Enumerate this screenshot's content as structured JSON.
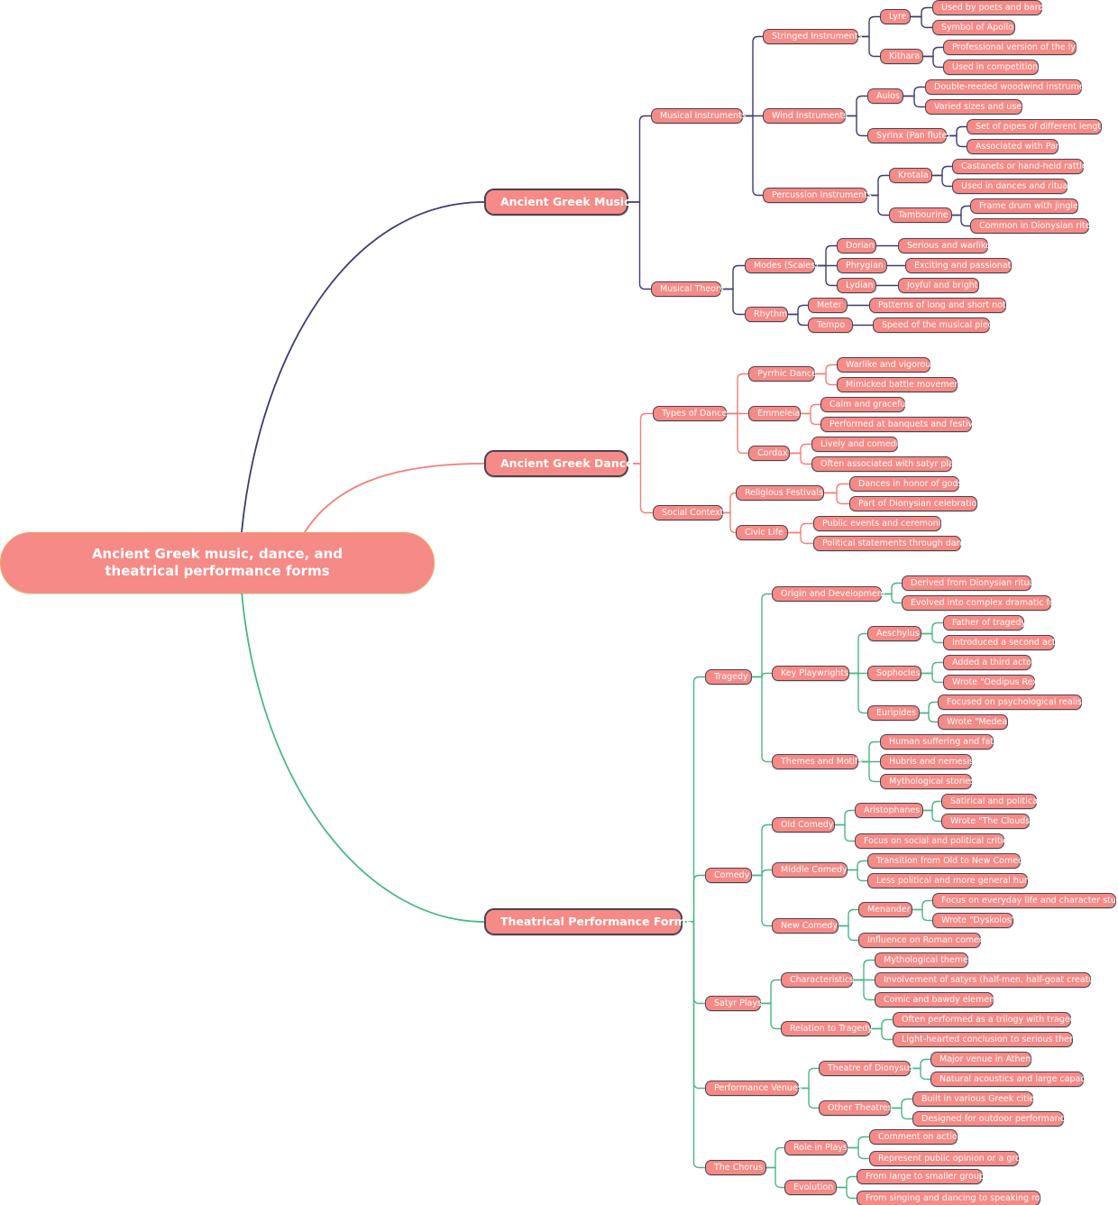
{
  "colors": {
    "node_fill": "#f68a86",
    "node_border": "#4a4353",
    "root_border": "#f0a060",
    "branch_music": "#3c3d75",
    "branch_dance": "#f37f78",
    "branch_theatre": "#4cb782",
    "text": "#ffffff"
  },
  "mindmap": {
    "id": "root",
    "text": "Ancient Greek music, dance, and theatrical performance forms",
    "children": [
      {
        "id": "music",
        "text": "Ancient Greek Music",
        "color": "#3c3d75",
        "children": [
          {
            "id": "instruments",
            "text": "Musical Instruments",
            "children": [
              {
                "id": "stringed",
                "text": "Stringed Instruments",
                "children": [
                  {
                    "id": "lyre",
                    "text": "Lyre",
                    "children": [
                      {
                        "id": "lyre1",
                        "text": "Used by poets and bards"
                      },
                      {
                        "id": "lyre2",
                        "text": "Symbol of Apollo"
                      }
                    ]
                  },
                  {
                    "id": "kithara",
                    "text": "Kithara",
                    "children": [
                      {
                        "id": "kith1",
                        "text": "Professional version of the lyre"
                      },
                      {
                        "id": "kith2",
                        "text": "Used in competitions"
                      }
                    ]
                  }
                ]
              },
              {
                "id": "wind",
                "text": "Wind Instruments",
                "children": [
                  {
                    "id": "aulos",
                    "text": "Aulos",
                    "children": [
                      {
                        "id": "aulos1",
                        "text": "Double-reeded woodwind instrument"
                      },
                      {
                        "id": "aulos2",
                        "text": "Varied sizes and uses"
                      }
                    ]
                  },
                  {
                    "id": "syrinx",
                    "text": "Syrinx (Pan flute)",
                    "children": [
                      {
                        "id": "syr1",
                        "text": "Set of pipes of different lengths"
                      },
                      {
                        "id": "syr2",
                        "text": "Associated with Pan"
                      }
                    ]
                  }
                ]
              },
              {
                "id": "percussion",
                "text": "Percussion Instruments",
                "children": [
                  {
                    "id": "krotala",
                    "text": "Krotala",
                    "children": [
                      {
                        "id": "krot1",
                        "text": "Castanets or hand-held rattles"
                      },
                      {
                        "id": "krot2",
                        "text": "Used in dances and rituals"
                      }
                    ]
                  },
                  {
                    "id": "tambourine",
                    "text": "Tambourine",
                    "children": [
                      {
                        "id": "tamb1",
                        "text": "Frame drum with jingles"
                      },
                      {
                        "id": "tamb2",
                        "text": "Common in Dionysian rites"
                      }
                    ]
                  }
                ]
              }
            ]
          },
          {
            "id": "theory",
            "text": "Musical Theory",
            "children": [
              {
                "id": "modes",
                "text": "Modes (Scales)",
                "children": [
                  {
                    "id": "dorian",
                    "text": "Dorian",
                    "children": [
                      {
                        "id": "dor1",
                        "text": "Serious and warlike"
                      }
                    ]
                  },
                  {
                    "id": "phrygian",
                    "text": "Phrygian",
                    "children": [
                      {
                        "id": "phr1",
                        "text": "Exciting and passionate"
                      }
                    ]
                  },
                  {
                    "id": "lydian",
                    "text": "Lydian",
                    "children": [
                      {
                        "id": "lyd1",
                        "text": "Joyful and bright"
                      }
                    ]
                  }
                ]
              },
              {
                "id": "rhythm",
                "text": "Rhythm",
                "children": [
                  {
                    "id": "meter",
                    "text": "Meter",
                    "children": [
                      {
                        "id": "met1",
                        "text": "Patterns of long and short notes"
                      }
                    ]
                  },
                  {
                    "id": "tempo",
                    "text": "Tempo",
                    "children": [
                      {
                        "id": "tem1",
                        "text": "Speed of the musical piece"
                      }
                    ]
                  }
                ]
              }
            ]
          }
        ]
      },
      {
        "id": "dance",
        "text": "Ancient Greek Dance",
        "color": "#f37f78",
        "children": [
          {
            "id": "types",
            "text": "Types of Dance",
            "children": [
              {
                "id": "pyrrhic",
                "text": "Pyrrhic Dance",
                "children": [
                  {
                    "id": "pyr1",
                    "text": "Warlike and vigorous"
                  },
                  {
                    "id": "pyr2",
                    "text": "Mimicked battle movements"
                  }
                ]
              },
              {
                "id": "emmeleia",
                "text": "Emmeleia",
                "children": [
                  {
                    "id": "emm1",
                    "text": "Calm and graceful"
                  },
                  {
                    "id": "emm2",
                    "text": "Performed at banquets and festivals"
                  }
                ]
              },
              {
                "id": "cordax",
                "text": "Cordax",
                "children": [
                  {
                    "id": "cor1",
                    "text": "Lively and comedic"
                  },
                  {
                    "id": "cor2",
                    "text": "Often associated with satyr plays"
                  }
                ]
              }
            ]
          },
          {
            "id": "social",
            "text": "Social Context",
            "children": [
              {
                "id": "religious",
                "text": "Religious Festivals",
                "children": [
                  {
                    "id": "rel1",
                    "text": "Dances in honor of gods"
                  },
                  {
                    "id": "rel2",
                    "text": "Part of Dionysian celebrations"
                  }
                ]
              },
              {
                "id": "civic",
                "text": "Civic Life",
                "children": [
                  {
                    "id": "civ1",
                    "text": "Public events and ceremonies"
                  },
                  {
                    "id": "civ2",
                    "text": "Political statements through dance"
                  }
                ]
              }
            ]
          }
        ]
      },
      {
        "id": "theatre",
        "text": "Theatrical Performance Forms",
        "color": "#4cb782",
        "children": [
          {
            "id": "tragedy",
            "text": "Tragedy",
            "children": [
              {
                "id": "origin",
                "text": "Origin and Development",
                "children": [
                  {
                    "id": "ori1",
                    "text": "Derived from Dionysian rituals"
                  },
                  {
                    "id": "ori2",
                    "text": "Evolved into complex dramatic form"
                  }
                ]
              },
              {
                "id": "playwrights",
                "text": "Key Playwrights",
                "children": [
                  {
                    "id": "aeschylus",
                    "text": "Aeschylus",
                    "children": [
                      {
                        "id": "aes1",
                        "text": "Father of tragedy"
                      },
                      {
                        "id": "aes2",
                        "text": "Introduced a second actor"
                      }
                    ]
                  },
                  {
                    "id": "sophocles",
                    "text": "Sophocles",
                    "children": [
                      {
                        "id": "sop1",
                        "text": "Added a third actor"
                      },
                      {
                        "id": "sop2",
                        "text": "Wrote \"Oedipus Rex\""
                      }
                    ]
                  },
                  {
                    "id": "euripides",
                    "text": "Euripides",
                    "children": [
                      {
                        "id": "eur1",
                        "text": "Focused on psychological realism"
                      },
                      {
                        "id": "eur2",
                        "text": "Wrote \"Medea\""
                      }
                    ]
                  }
                ]
              },
              {
                "id": "themes",
                "text": "Themes and Motifs",
                "children": [
                  {
                    "id": "the1",
                    "text": "Human suffering and fate"
                  },
                  {
                    "id": "the2",
                    "text": "Hubris and nemesis"
                  },
                  {
                    "id": "the3",
                    "text": "Mythological stories"
                  }
                ]
              }
            ]
          },
          {
            "id": "comedy",
            "text": "Comedy",
            "children": [
              {
                "id": "oldcomedy",
                "text": "Old Comedy",
                "children": [
                  {
                    "id": "aristophanes",
                    "text": "Aristophanes",
                    "children": [
                      {
                        "id": "ari1",
                        "text": "Satirical and political"
                      },
                      {
                        "id": "ari2",
                        "text": "Wrote \"The Clouds\""
                      }
                    ]
                  },
                  {
                    "id": "old1",
                    "text": "Focus on social and political critique"
                  }
                ]
              },
              {
                "id": "middlecomedy",
                "text": "Middle Comedy",
                "children": [
                  {
                    "id": "mid1",
                    "text": "Transition from Old to New Comedy"
                  },
                  {
                    "id": "mid2",
                    "text": "Less political and more general humor"
                  }
                ]
              },
              {
                "id": "newcomedy",
                "text": "New Comedy",
                "children": [
                  {
                    "id": "menander",
                    "text": "Menander",
                    "children": [
                      {
                        "id": "men1",
                        "text": "Focus on everyday life and character studies"
                      },
                      {
                        "id": "men2",
                        "text": "Wrote \"Dyskolos\""
                      }
                    ]
                  },
                  {
                    "id": "new1",
                    "text": "Influence on Roman comedy"
                  }
                ]
              }
            ]
          },
          {
            "id": "satyr",
            "text": "Satyr Plays",
            "children": [
              {
                "id": "characteristics",
                "text": "Characteristics",
                "children": [
                  {
                    "id": "cha1",
                    "text": "Mythological themes"
                  },
                  {
                    "id": "cha2",
                    "text": "Involvement of satyrs (half-men, half-goat creatures)"
                  },
                  {
                    "id": "cha3",
                    "text": "Comic and bawdy elements"
                  }
                ]
              },
              {
                "id": "relation",
                "text": "Relation to Tragedy",
                "children": [
                  {
                    "id": "rela1",
                    "text": "Often performed as a trilogy with tragedies"
                  },
                  {
                    "id": "rela2",
                    "text": "Light-hearted conclusion to serious themes"
                  }
                ]
              }
            ]
          },
          {
            "id": "venues",
            "text": "Performance Venues",
            "children": [
              {
                "id": "dionysus",
                "text": "Theatre of Dionysus",
                "children": [
                  {
                    "id": "dio1",
                    "text": "Major venue in Athens"
                  },
                  {
                    "id": "dio2",
                    "text": "Natural acoustics and large capacity"
                  }
                ]
              },
              {
                "id": "othertheatres",
                "text": "Other Theatres",
                "children": [
                  {
                    "id": "oth1",
                    "text": "Built in various Greek cities"
                  },
                  {
                    "id": "oth2",
                    "text": "Designed for outdoor performances"
                  }
                ]
              }
            ]
          },
          {
            "id": "chorus",
            "text": "The Chorus",
            "children": [
              {
                "id": "role",
                "text": "Role in Plays",
                "children": [
                  {
                    "id": "rol1",
                    "text": "Comment on action"
                  },
                  {
                    "id": "rol2",
                    "text": "Represent public opinion or a group"
                  }
                ]
              },
              {
                "id": "evolution",
                "text": "Evolution",
                "children": [
                  {
                    "id": "evo1",
                    "text": "From large to smaller groups"
                  },
                  {
                    "id": "evo2",
                    "text": "From singing and dancing to speaking roles"
                  }
                ]
              }
            ]
          }
        ]
      }
    ]
  }
}
